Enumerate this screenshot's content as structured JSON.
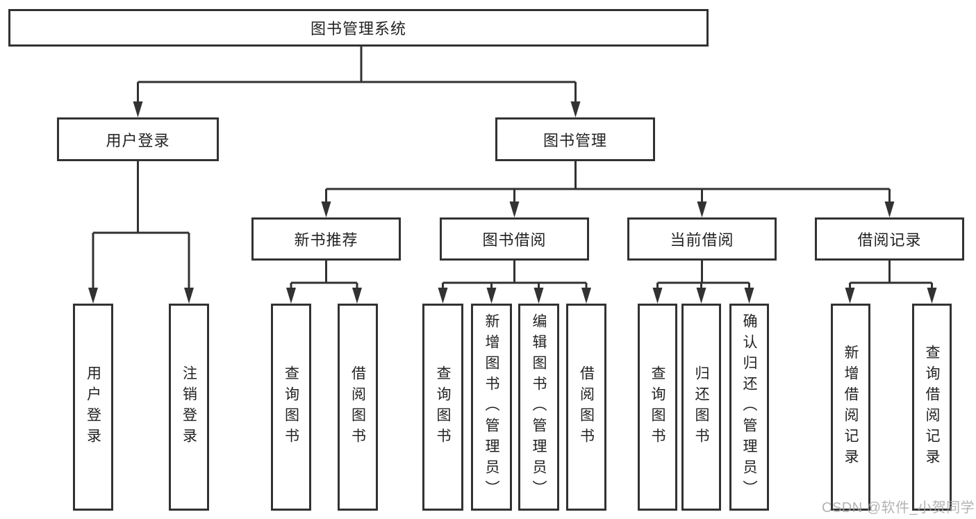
{
  "diagram": {
    "root": {
      "label": "图书管理系统"
    },
    "level2": [
      {
        "id": "user-login",
        "label": "用户登录"
      },
      {
        "id": "book-management",
        "label": "图书管理"
      }
    ],
    "level3": [
      {
        "id": "new-book-recommend",
        "label": "新书推荐"
      },
      {
        "id": "book-borrow",
        "label": "图书借阅"
      },
      {
        "id": "current-borrow",
        "label": "当前借阅"
      },
      {
        "id": "borrow-records",
        "label": "借阅记录"
      }
    ],
    "level4": {
      "user_login_children": [
        {
          "label": "用户登录"
        },
        {
          "label": "注销登录"
        }
      ],
      "new_book_children": [
        {
          "label": "查询图书"
        },
        {
          "label": "借阅图书"
        }
      ],
      "book_borrow_children": [
        {
          "label": "查询图书"
        },
        {
          "label": "新增图书（管理员）"
        },
        {
          "label": "编辑图书（管理员）"
        },
        {
          "label": "借阅图书"
        }
      ],
      "current_borrow_children": [
        {
          "label": "查询图书"
        },
        {
          "label": "归还图书"
        },
        {
          "label": "确认归还（管理员）"
        }
      ],
      "records_children": [
        {
          "label": "新增借阅记录"
        },
        {
          "label": "查询借阅记录"
        }
      ]
    },
    "watermark": "CSDN @软件_小贺同学",
    "colors": {
      "line": "#323232",
      "text": "#222222",
      "watermark": "#a6a6a6",
      "background": "#ffffff"
    }
  }
}
